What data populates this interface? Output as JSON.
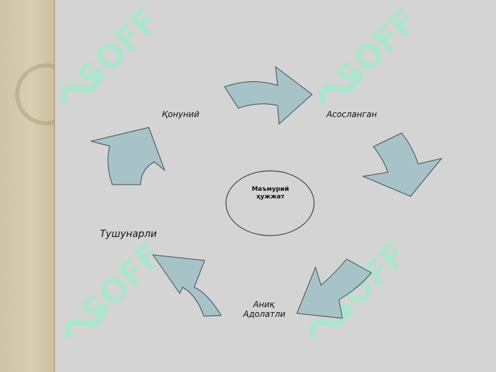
{
  "diagram": {
    "center": {
      "line1": "Маъмурий",
      "line2": "ҳужжат"
    },
    "labels": {
      "top_left": "Қонуний",
      "top_right": "Асосланган",
      "left": "Тушунарли",
      "bottom_line1": "Аниқ",
      "bottom_line2": "Адолатли"
    }
  },
  "watermark": {
    "text": "SOFF"
  },
  "colors": {
    "arrow_fill": "#a8c3c8",
    "arrow_stroke": "#3d4b4f",
    "background": "#d4d4d4",
    "watermark": "#8ef2c9"
  }
}
